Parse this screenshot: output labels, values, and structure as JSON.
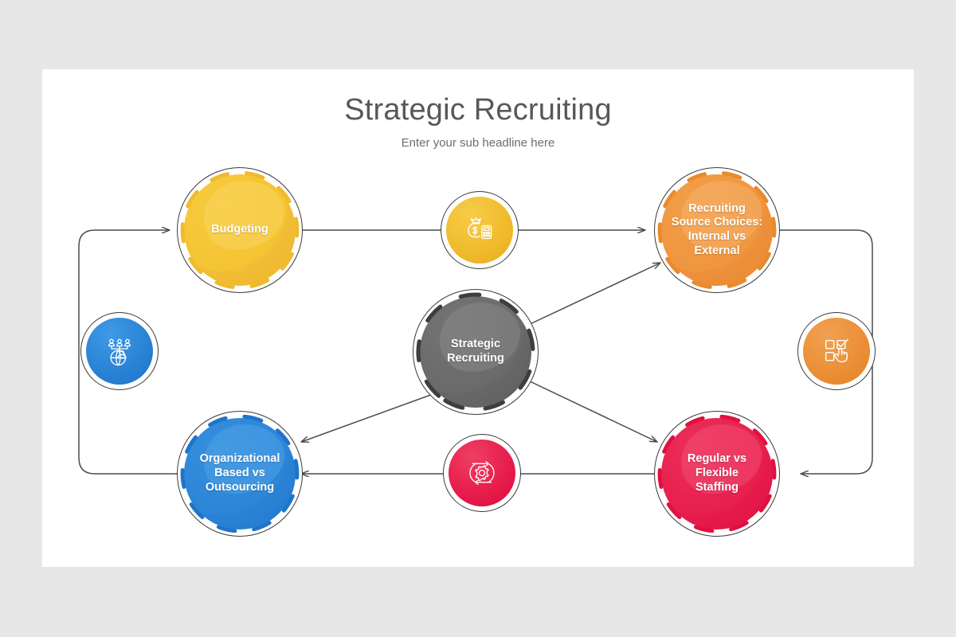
{
  "slide": {
    "title": "Strategic Recruiting",
    "subtitle": "Enter your sub headline here",
    "background_color": "#e8e7e8",
    "canvas_color": "#ffffff"
  },
  "center_node": {
    "label": "Strategic\nRecruiting",
    "label_line1": "Strategic",
    "label_line2": "Recruiting",
    "color": "#6b6b6b"
  },
  "nodes": [
    {
      "id": "budgeting",
      "label": "Budgeting",
      "color": "#f3c13a",
      "position": "top-left"
    },
    {
      "id": "recruiting-source-choices",
      "label": "Recruiting Source Choices: Internal vs External",
      "line1": "Recruiting",
      "line2": "Source Choices:",
      "line3": "Internal vs",
      "line4": "External",
      "color": "#ef9440",
      "position": "top-right"
    },
    {
      "id": "organizational-based-vs-outsourcing",
      "label": "Organizational Based vs Outsourcing",
      "line1": "Organizational",
      "line2": "Based vs",
      "line3": "Outsourcing",
      "color": "#2f87d8",
      "position": "bottom-left"
    },
    {
      "id": "regular-vs-flexible-staffing",
      "label": "Regular vs Flexible Staffing",
      "line1": "Regular vs",
      "line2": "Flexible",
      "line3": "Staffing",
      "color": "#e9204f",
      "position": "bottom-right"
    }
  ],
  "icons": [
    {
      "id": "money-bag-calculator",
      "name": "money-bag-calculator-icon",
      "color": "#f0bc2e",
      "position": "top-center"
    },
    {
      "id": "people-globe",
      "name": "people-globe-icon",
      "color": "#2b83d6",
      "position": "middle-left"
    },
    {
      "id": "checklist-hand",
      "name": "checklist-hand-icon",
      "color": "#eb9038",
      "position": "middle-right"
    },
    {
      "id": "gear-cycle",
      "name": "gear-cycle-icon",
      "color": "#e71e4c",
      "position": "bottom-center"
    }
  ],
  "connectors": {
    "line_color": "#4a4a4a",
    "items": [
      {
        "from": "organizational-based-vs-outsourcing",
        "to": "budgeting",
        "style": "rounded-loop-left",
        "arrow": true
      },
      {
        "from": "budgeting",
        "to": "recruiting-source-choices",
        "style": "horizontal",
        "arrow": true
      },
      {
        "from": "recruiting-source-choices",
        "to": "regular-vs-flexible-staffing",
        "style": "rounded-loop-right",
        "arrow": true
      },
      {
        "from": "regular-vs-flexible-staffing",
        "to": "organizational-based-vs-outsourcing",
        "style": "horizontal",
        "arrow": true
      },
      {
        "from": "center_node",
        "to": "recruiting-source-choices",
        "style": "diagonal",
        "arrow": true
      },
      {
        "from": "center_node",
        "to": "organizational-based-vs-outsourcing",
        "style": "diagonal",
        "arrow": true
      },
      {
        "from": "center_node",
        "to": "regular-vs-flexible-staffing",
        "style": "diagonal",
        "arrow": true
      }
    ]
  }
}
